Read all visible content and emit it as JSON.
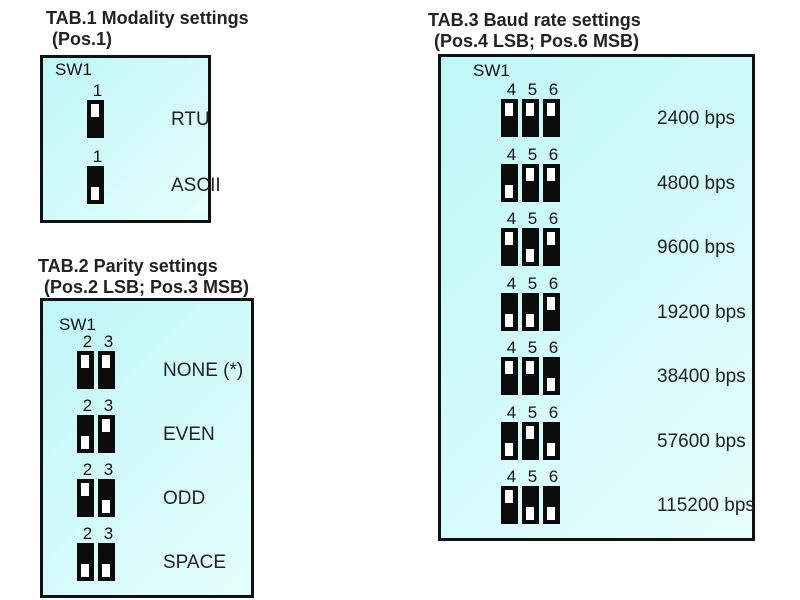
{
  "tab1": {
    "title_line1": "TAB.1 Modality settings",
    "title_line2": "(Pos.1)",
    "sw_label": "SW1",
    "rows": [
      {
        "positions": [
          "1"
        ],
        "states": [
          "up"
        ],
        "label": "RTU"
      },
      {
        "positions": [
          "1"
        ],
        "states": [
          "down"
        ],
        "label": "ASCII"
      }
    ]
  },
  "tab2": {
    "title_line1": "TAB.2 Parity settings",
    "title_line2": "(Pos.2 LSB; Pos.3 MSB)",
    "sw_label": "SW1",
    "rows": [
      {
        "positions": [
          "2",
          "3"
        ],
        "states": [
          "up",
          "up"
        ],
        "label": "NONE (*)"
      },
      {
        "positions": [
          "2",
          "3"
        ],
        "states": [
          "down",
          "up"
        ],
        "label": "EVEN"
      },
      {
        "positions": [
          "2",
          "3"
        ],
        "states": [
          "up",
          "down"
        ],
        "label": "ODD"
      },
      {
        "positions": [
          "2",
          "3"
        ],
        "states": [
          "down",
          "down"
        ],
        "label": "SPACE"
      }
    ]
  },
  "tab3": {
    "title_line1": "TAB.3 Baud rate settings",
    "title_line2": "(Pos.4 LSB; Pos.6 MSB)",
    "sw_label": "SW1",
    "rows": [
      {
        "positions": [
          "4",
          "5",
          "6"
        ],
        "states": [
          "up",
          "up",
          "up"
        ],
        "label": "2400 bps"
      },
      {
        "positions": [
          "4",
          "5",
          "6"
        ],
        "states": [
          "down",
          "up",
          "up"
        ],
        "label": "4800 bps"
      },
      {
        "positions": [
          "4",
          "5",
          "6"
        ],
        "states": [
          "up",
          "down",
          "up"
        ],
        "label": "9600 bps"
      },
      {
        "positions": [
          "4",
          "5",
          "6"
        ],
        "states": [
          "down",
          "down",
          "up"
        ],
        "label": "19200 bps"
      },
      {
        "positions": [
          "4",
          "5",
          "6"
        ],
        "states": [
          "up",
          "up",
          "down"
        ],
        "label": "38400 bps"
      },
      {
        "positions": [
          "4",
          "5",
          "6"
        ],
        "states": [
          "down",
          "up",
          "down"
        ],
        "label": "57600 bps"
      },
      {
        "positions": [
          "4",
          "5",
          "6"
        ],
        "states": [
          "up",
          "down",
          "down"
        ],
        "label": "115200 bps"
      }
    ]
  }
}
